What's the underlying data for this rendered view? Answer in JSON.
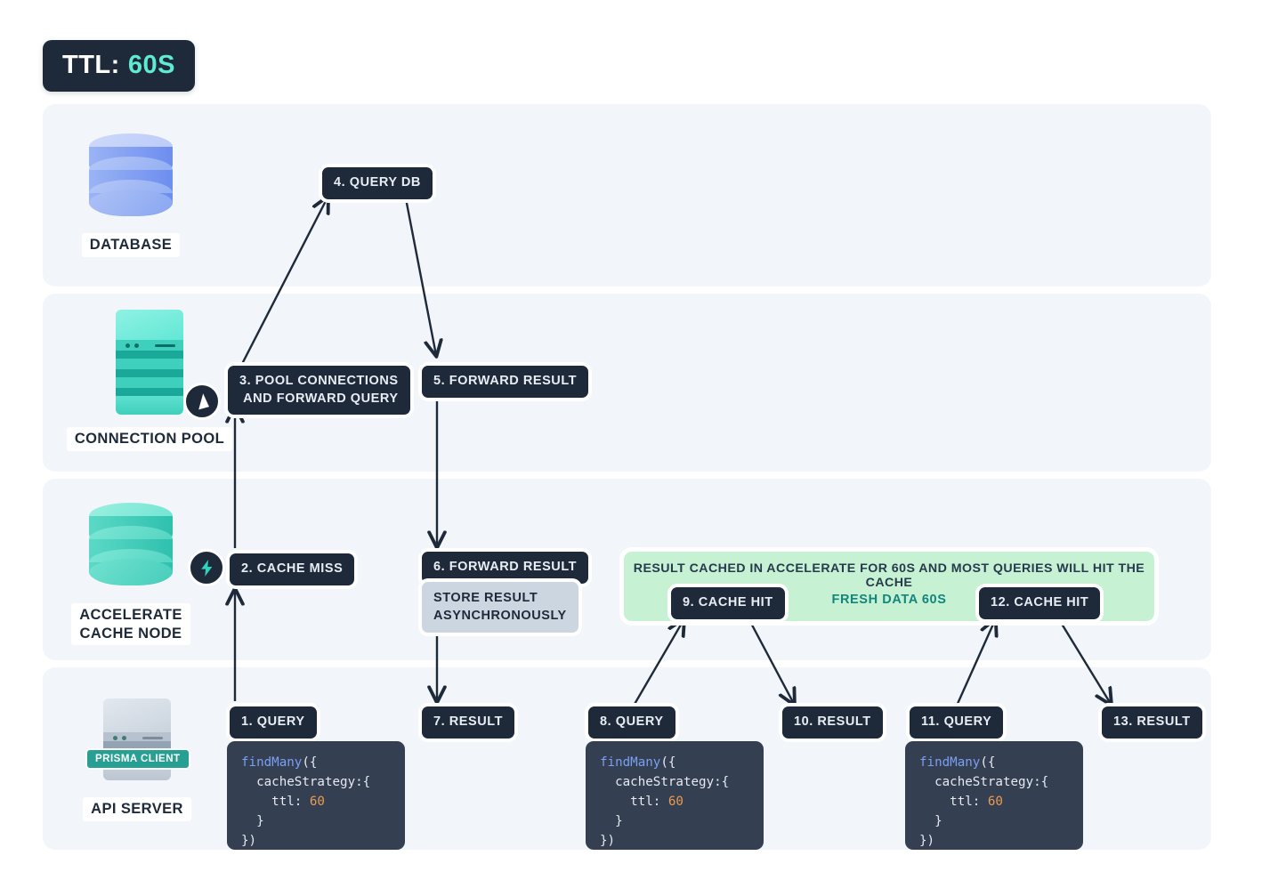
{
  "ttl_badge": {
    "label": "TTL:",
    "value": "60S"
  },
  "rows": [
    {
      "id": "database",
      "label": "DATABASE",
      "icon": "database-cylinder-icon"
    },
    {
      "id": "pool",
      "label": "CONNECTION POOL",
      "icon": "server-stack-icon",
      "badge": "prisma-logo-icon"
    },
    {
      "id": "accelerate",
      "label": "ACCELERATE\nCACHE NODE",
      "icon": "cache-cylinder-icon",
      "badge": "lightning-bolt-icon"
    },
    {
      "id": "api",
      "label": "API SERVER",
      "icon": "api-server-icon",
      "tag": "PRISMA CLIENT"
    }
  ],
  "steps": [
    {
      "id": "step-1",
      "text": "1. QUERY"
    },
    {
      "id": "step-2",
      "text": "2. CACHE MISS"
    },
    {
      "id": "step-3",
      "text": "3. POOL CONNECTIONS\nAND FORWARD QUERY"
    },
    {
      "id": "step-4",
      "text": "4. QUERY DB"
    },
    {
      "id": "step-5",
      "text": "5. FORWARD RESULT"
    },
    {
      "id": "step-6",
      "text": "6. FORWARD RESULT"
    },
    {
      "id": "step-7",
      "text": "7. RESULT"
    },
    {
      "id": "step-8",
      "text": "8. QUERY"
    },
    {
      "id": "step-9",
      "text": "9. CACHE HIT"
    },
    {
      "id": "step-10",
      "text": "10. RESULT"
    },
    {
      "id": "step-11",
      "text": "11. QUERY"
    },
    {
      "id": "step-12",
      "text": "12. CACHE HIT"
    },
    {
      "id": "step-13",
      "text": "13. RESULT"
    }
  ],
  "note": {
    "store_async": "STORE RESULT\nASYNCHRONOUSLY"
  },
  "cache_band": {
    "title": "RESULT CACHED IN ACCELERATE FOR 60S AND MOST QUERIES WILL HIT THE CACHE",
    "fresh_data": "FRESH DATA  60S"
  },
  "code_blocks": [
    {
      "id": "code-1",
      "fn": "findMany",
      "rest_1": "({",
      "line2": "  cacheStrategy:{",
      "line3_label": "    ttl: ",
      "line3_value": "60",
      "line4": "  }",
      "line5": "})"
    },
    {
      "id": "code-2",
      "fn": "findMany",
      "rest_1": "({",
      "line2": "  cacheStrategy:{",
      "line3_label": "    ttl: ",
      "line3_value": "60",
      "line4": "  }",
      "line5": "})"
    },
    {
      "id": "code-3",
      "fn": "findMany",
      "rest_1": "({",
      "line2": "  cacheStrategy:{",
      "line3_label": "    ttl: ",
      "line3_value": "60",
      "line4": "  }",
      "line5": "})"
    }
  ],
  "colors": {
    "dark": "#1e2a3a",
    "teal_accent": "#5eead4",
    "band_bg": "#f2f5f9",
    "cache_green": "#c6f2d3",
    "fresh_text": "#15857c",
    "code_bg": "#343f52",
    "code_fn": "#7b9ff2",
    "code_num": "#eb9b4e",
    "note_bg": "#ccd6e0"
  }
}
